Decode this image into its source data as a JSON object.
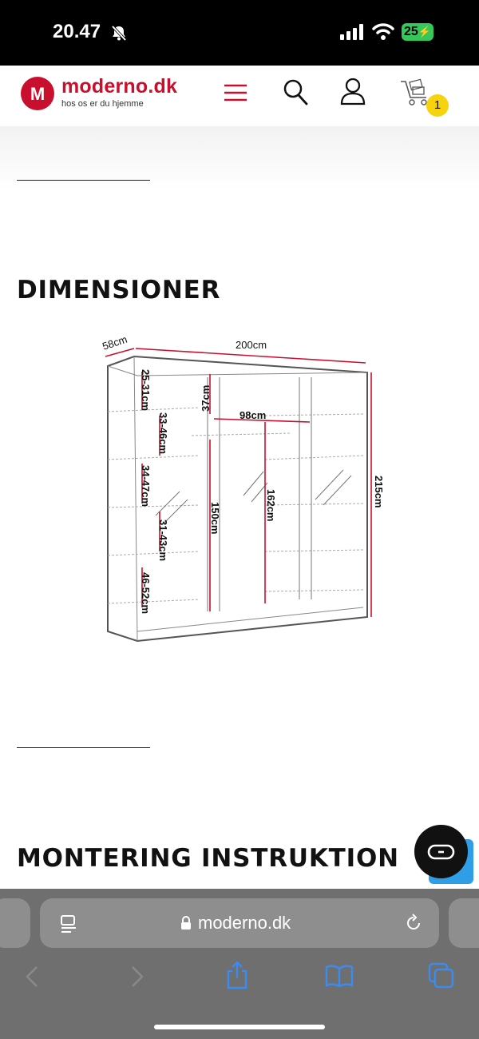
{
  "status_bar": {
    "time": "20.47",
    "battery": "25"
  },
  "site_header": {
    "brand_name": "moderno.dk",
    "tagline": "hos os er du hjemme",
    "logo_letter": "M",
    "cart_count": "1",
    "brand_color": "#c8102e",
    "badge_color": "#f7d20e",
    "icons": [
      "menu-icon",
      "search-icon",
      "user-icon",
      "cart-icon"
    ]
  },
  "sections": {
    "dimensions_title": "DIMENSIONER",
    "assembly_title": "MONTERING INSTRUKTION"
  },
  "diagram": {
    "labels": {
      "depth": "58cm",
      "width": "200cm",
      "height": "215cm",
      "top_shelf": "37cm",
      "rail": "98cm",
      "left_hang": "150cm",
      "right_hang": "162cm",
      "shelf1": "25-31cm",
      "shelf2": "33-46cm",
      "shelf3": "34-47cm",
      "shelf4": "31-43cm",
      "shelf5": "46-52cm"
    },
    "measure_color": "#c8102e"
  },
  "browser": {
    "url": "moderno.dk",
    "icons": [
      "page-menu-icon",
      "lock-icon",
      "reload-icon",
      "back-icon",
      "forward-icon",
      "share-icon",
      "bookmarks-icon",
      "tabs-icon"
    ]
  }
}
